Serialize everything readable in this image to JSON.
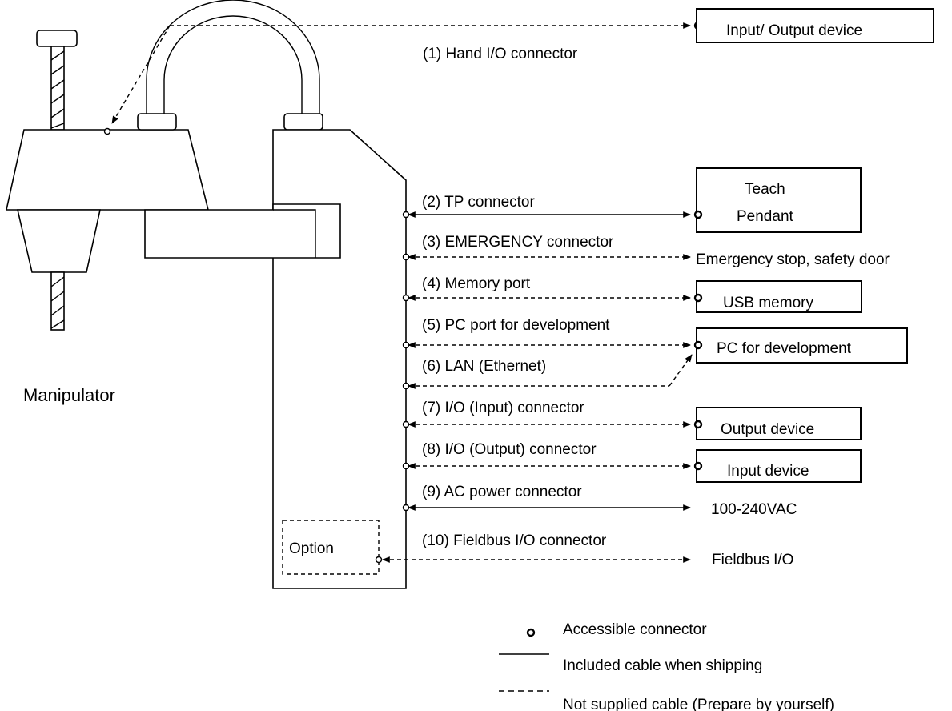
{
  "manipulator_label": "Manipulator",
  "option_label": "Option",
  "hand_connector": {
    "label": "(1)  Hand I/O connector",
    "device": "Input/ Output device"
  },
  "connectors": [
    {
      "label": "(2) TP connector",
      "target": "Teach Pendant",
      "target_lines": [
        "Teach",
        "Pendant"
      ]
    },
    {
      "label": "(3) EMERGENCY connector",
      "target": "Emergency stop, safety door"
    },
    {
      "label": "(4) Memory port",
      "target": "USB memory"
    },
    {
      "label": "(5) PC port for development",
      "target": "PC for development"
    },
    {
      "label": "(6) LAN (Ethernet)"
    },
    {
      "label": "(7) I/O (Input) connector",
      "target": "Output device"
    },
    {
      "label": "(8) I/O (Output) connector",
      "target": "Input device"
    },
    {
      "label": "(9) AC power connector",
      "target": "100-240VAC"
    },
    {
      "label": "(10) Fieldbus I/O connector",
      "target": "Fieldbus I/O"
    }
  ],
  "legend": {
    "accessible": "Accessible connector",
    "included": "Included cable when shipping",
    "not_supplied": "Not supplied cable (Prepare by yourself)"
  }
}
